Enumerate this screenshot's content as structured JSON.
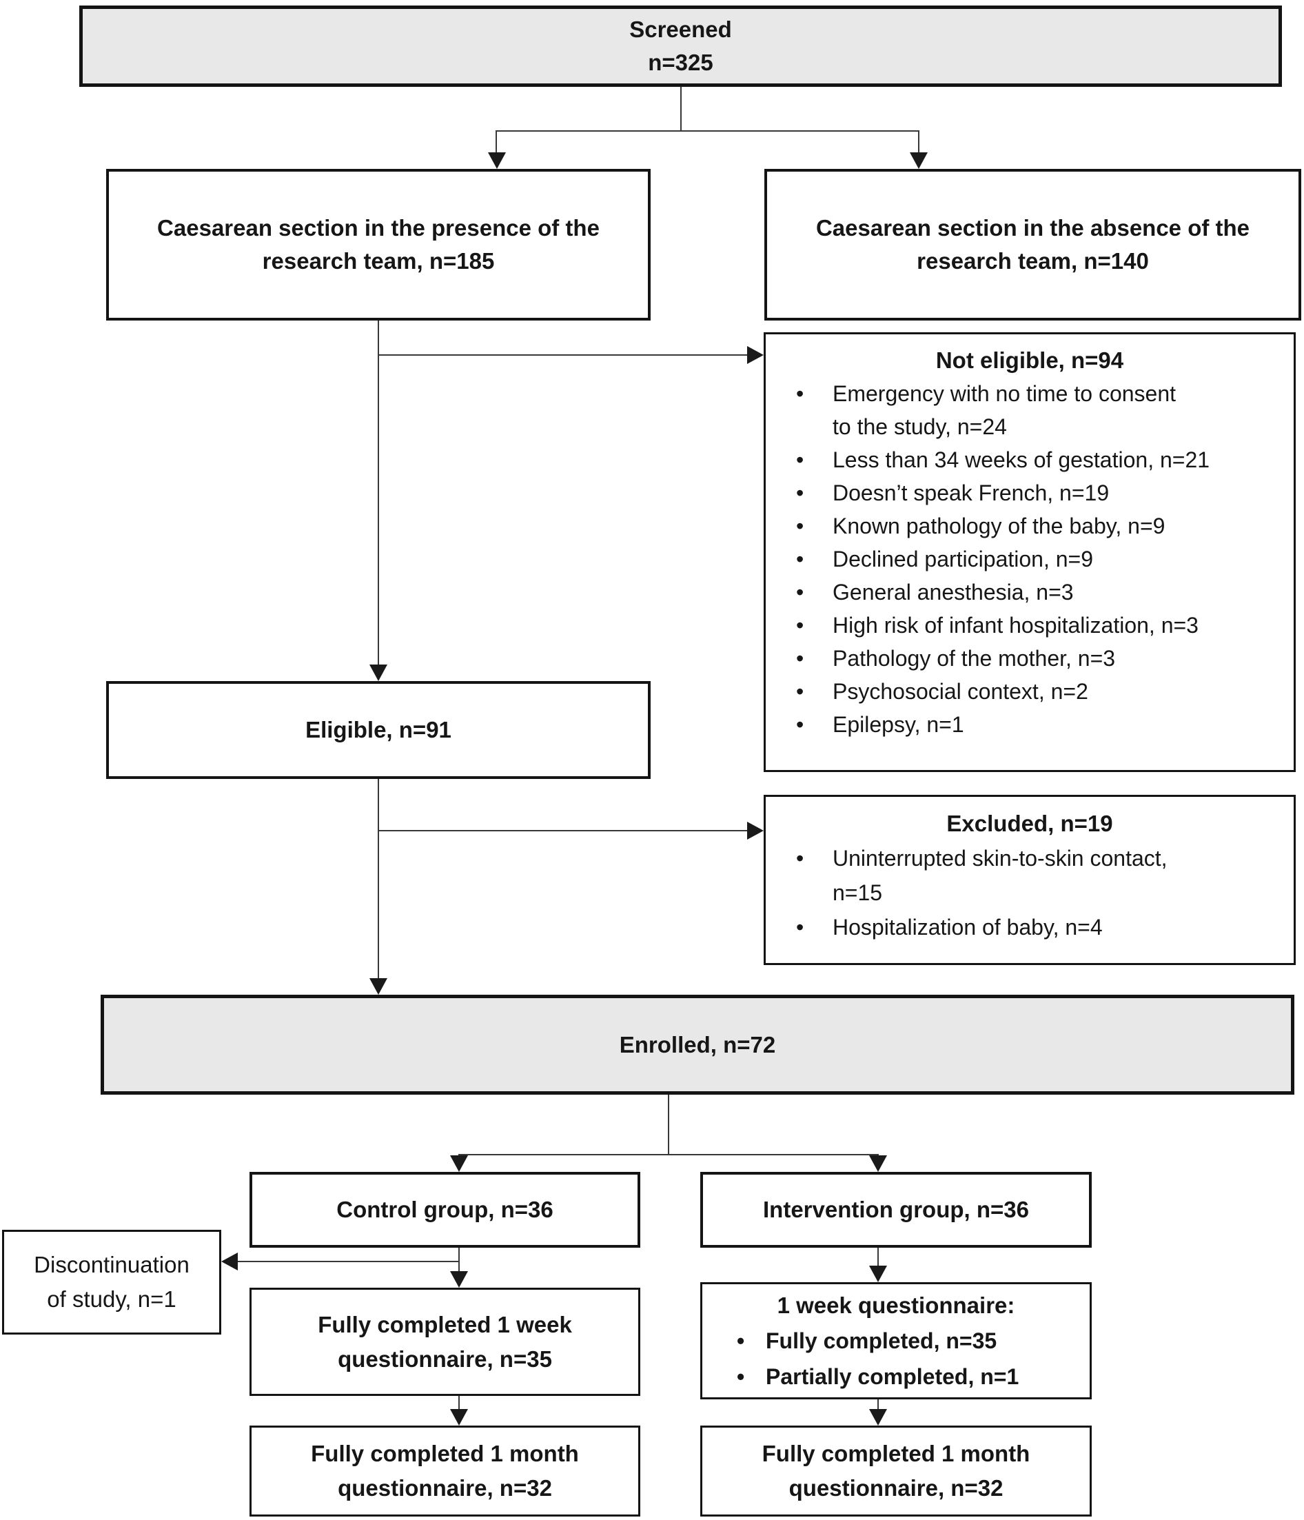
{
  "figure": {
    "boxes": {
      "screened": {
        "title": "Screened",
        "count": "n=325"
      },
      "presence": {
        "label": "Caesarean section in the presence of the research team, n=185"
      },
      "absence": {
        "label": "Caesarean section in the absence of the research team, n=140"
      },
      "not_eligible": {
        "title": "Not eligible, n=94",
        "items": [
          "Emergency with no time to consent to the study, n=24",
          "Less than 34 weeks of gestation, n=21",
          "Doesn’t speak French, n=19",
          "Known pathology of the baby, n=9",
          "Declined participation, n=9",
          "General anesthesia, n=3",
          "High risk of infant hospitalization, n=3",
          "Pathology of the mother, n=3",
          "Psychosocial context, n=2",
          "Epilepsy, n=1"
        ]
      },
      "eligible": {
        "label": "Eligible, n=91"
      },
      "excluded": {
        "title": "Excluded, n=19",
        "items": [
          "Uninterrupted skin-to-skin contact, n=15",
          "Hospitalization of baby, n=4"
        ]
      },
      "enrolled": {
        "label": "Enrolled, n=72"
      },
      "control": {
        "label": "Control group, n=36"
      },
      "intervention": {
        "label": "Intervention group, n=36"
      },
      "discontinuation": {
        "label": "Discontinuation of study, n=1"
      },
      "week1_control": {
        "label": "Fully completed 1 week questionnaire, n=35"
      },
      "week1_intervention": {
        "title": "1 week questionnaire:",
        "items": [
          "Fully completed, n=35",
          "Partially completed, n=1"
        ]
      },
      "month1_control": {
        "label": "Fully completed 1 month questionnaire, n=32"
      },
      "month1_intervention": {
        "label": "Fully completed 1 month questionnaire, n=32"
      }
    },
    "colors": {
      "highlight_fill": "#e8e8e8",
      "box_fill": "#ffffff",
      "border": "#141414",
      "line": "#383838"
    }
  }
}
